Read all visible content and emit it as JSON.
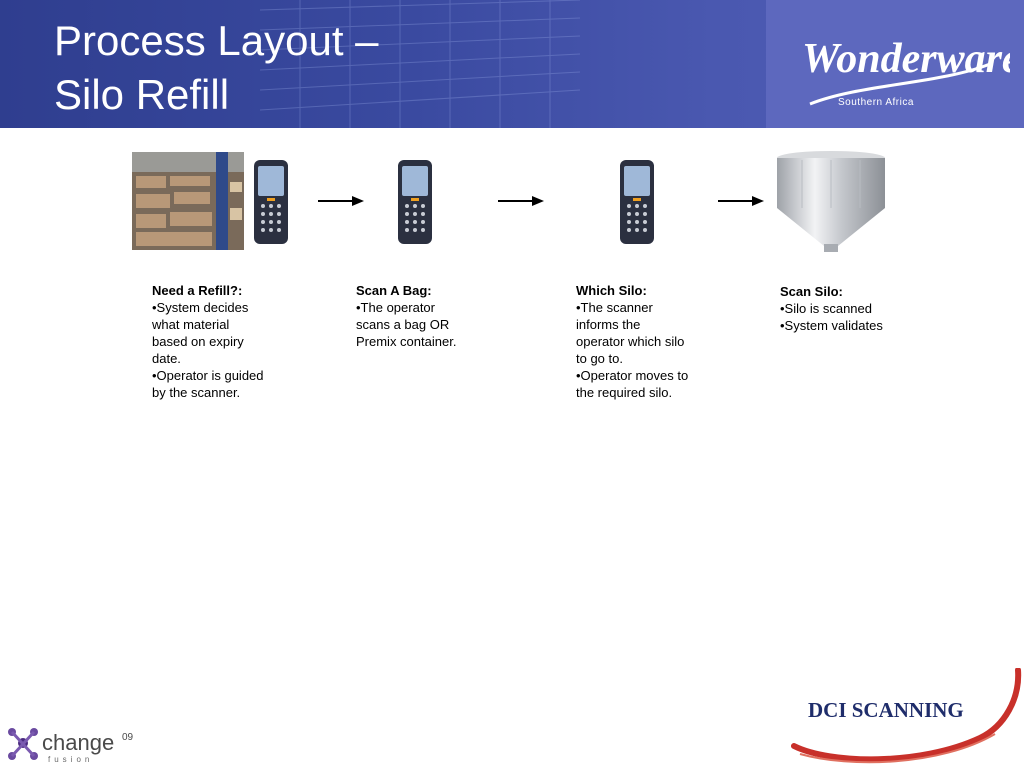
{
  "header": {
    "title_line1": "Process Layout –",
    "title_line2": "Silo Refill",
    "logo_text": "Wonderware",
    "logo_subtext": "Southern Africa"
  },
  "steps": [
    {
      "heading": "Need a Refill?:",
      "lines": [
        "•System decides",
        "what material",
        "based on expiry",
        "date.",
        "•Operator is guided",
        "by the scanner."
      ]
    },
    {
      "heading": "Scan A Bag:",
      "lines": [
        "•The operator",
        "scans a bag OR",
        "Premix container."
      ]
    },
    {
      "heading": "Which Silo:",
      "lines": [
        "•The scanner",
        "informs the",
        "operator which silo",
        "to go to.",
        "•Operator moves to",
        "the required silo."
      ]
    },
    {
      "heading": "Scan Silo:",
      "lines": [
        "•Silo is scanned",
        "•System validates"
      ]
    }
  ],
  "footer": {
    "left_logo_text": "change",
    "left_logo_superscript": "09",
    "left_logo_subtext": "fusion",
    "right_logo_text": "DCI SCANNING"
  },
  "colors": {
    "banner": "#3a4aa0",
    "dci_blue": "#1f2d6b",
    "dci_swoosh": "#c8302a"
  }
}
